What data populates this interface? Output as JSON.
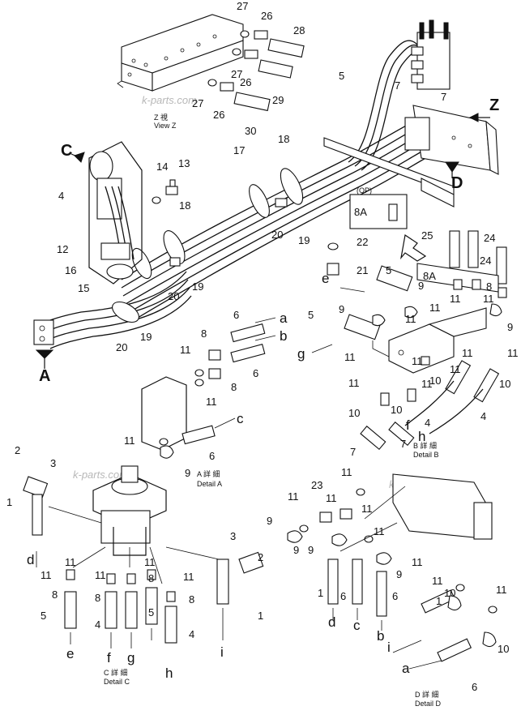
{
  "watermark": "k-parts.com",
  "callouts": {
    "n1": "1",
    "n2": "2",
    "n3": "3",
    "n4": "4",
    "n5": "5",
    "n6": "6",
    "n7": "7",
    "n8": "8",
    "n8a": "8A",
    "n9": "9",
    "n10": "10",
    "n11": "11",
    "n12": "12",
    "n13": "13",
    "n14": "14",
    "n15": "15",
    "n16": "16",
    "n17": "17",
    "n18": "18",
    "n19": "19",
    "n20": "20",
    "n21": "21",
    "n22": "22",
    "n23": "23",
    "n24": "24",
    "n25": "25",
    "n26": "26",
    "n27": "27",
    "n28": "28",
    "n29": "29",
    "n30": "30"
  },
  "letters": {
    "a": "a",
    "b": "b",
    "c": "c",
    "d": "d",
    "e": "e",
    "f": "f",
    "g": "g",
    "h": "h",
    "i": "i"
  },
  "views": {
    "A": "A",
    "C": "C",
    "D": "D",
    "Z": "Z"
  },
  "op_label": "(OP)",
  "detail_labels": {
    "z_jp": "Z 視",
    "z_en": "View Z",
    "a_jp": "A 詳 細",
    "a_en": "Detail A",
    "b_jp": "B 詳 細",
    "b_en": "Detail B",
    "c_jp": "C 詳 細",
    "c_en": "Detail C",
    "d_jp": "D 詳 細",
    "d_en": "Detail D"
  }
}
